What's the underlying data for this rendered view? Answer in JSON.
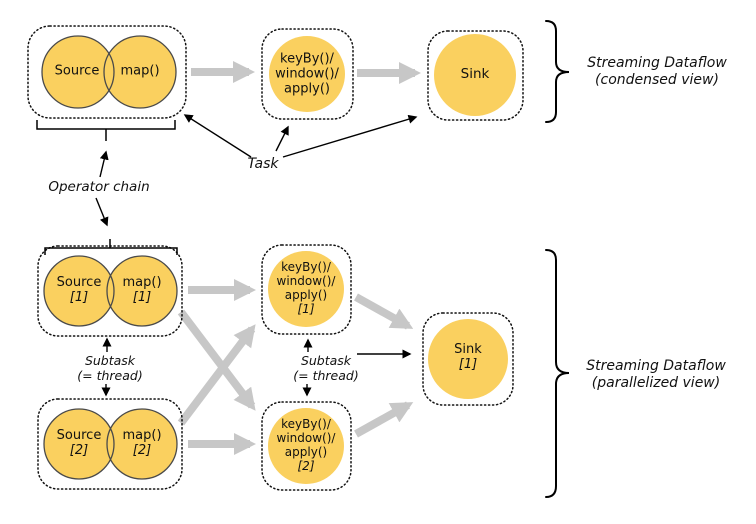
{
  "colors": {
    "node_fill": "#FAD05F",
    "node_stroke": "#4a4a4a",
    "dashed_border": "#111111",
    "flow_arrow": "#c7c7c7",
    "annotation_arrow": "#000000",
    "text": "#111111"
  },
  "condensed": {
    "source_label": "Source",
    "map_label": "map()",
    "keyby_line1": "keyBy()/",
    "keyby_line2": "window()/",
    "keyby_line3": "apply()",
    "sink_label": "Sink",
    "caption_line1": "Streaming Dataflow",
    "caption_line2": "(condensed view)"
  },
  "parallelized": {
    "source1_label": "Source",
    "source1_index": "[1]",
    "map1_label": "map()",
    "map1_index": "[1]",
    "source2_label": "Source",
    "source2_index": "[2]",
    "map2_label": "map()",
    "map2_index": "[2]",
    "keyby_line1": "keyBy()/",
    "keyby_line2": "window()/",
    "keyby_line3": "apply()",
    "keyby1_index": "[1]",
    "keyby2_index": "[2]",
    "sink_label": "Sink",
    "sink_index": "[1]",
    "caption_line1": "Streaming Dataflow",
    "caption_line2": "(parallelized view)"
  },
  "annotations": {
    "operator_chain": "Operator chain",
    "task": "Task",
    "subtask_line1": "Subtask",
    "subtask_line2": "(= thread)"
  }
}
